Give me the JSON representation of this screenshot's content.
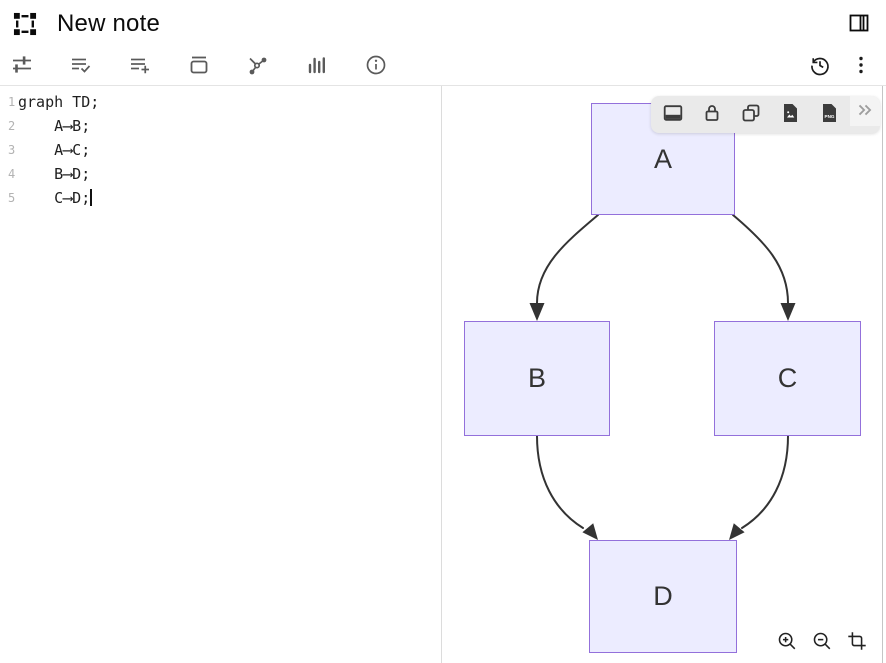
{
  "header": {
    "title": "New note",
    "logo_icon": "frame-corners",
    "panel_toggle_icon": "sidebar-right"
  },
  "toolbar": {
    "left_items": [
      "tune",
      "list-check",
      "list-add",
      "archive",
      "graph",
      "bar-chart",
      "info"
    ],
    "right_items": [
      "history",
      "kebab-menu"
    ]
  },
  "editor": {
    "lines": [
      {
        "number": "1",
        "code": "graph TD;"
      },
      {
        "number": "2",
        "code": "    A⟶B;"
      },
      {
        "number": "3",
        "code": "    A⟶C;"
      },
      {
        "number": "4",
        "code": "    B⟶D;"
      },
      {
        "number": "5",
        "code": "    C⟶D;"
      }
    ],
    "caret": {
      "line": 5,
      "after": "C⟶D;"
    }
  },
  "diagram": {
    "type": "flowchart-top-down",
    "nodes": [
      {
        "id": "A",
        "label": "A"
      },
      {
        "id": "B",
        "label": "B"
      },
      {
        "id": "C",
        "label": "C"
      },
      {
        "id": "D",
        "label": "D"
      }
    ],
    "edges": [
      {
        "from": "A",
        "to": "B"
      },
      {
        "from": "A",
        "to": "C"
      },
      {
        "from": "B",
        "to": "D"
      },
      {
        "from": "C",
        "to": "D"
      }
    ],
    "colors": {
      "node_fill": "#ECECFF",
      "node_border": "#9370DB",
      "edge": "#333333"
    }
  },
  "floating_toolbar": {
    "items": [
      "preview-panel",
      "lock",
      "duplicate",
      "export-image",
      "export-png",
      "more"
    ],
    "png_label": "PNG"
  },
  "zoom_controls": {
    "items": [
      "zoom-in",
      "zoom-out",
      "crop-fit"
    ]
  }
}
